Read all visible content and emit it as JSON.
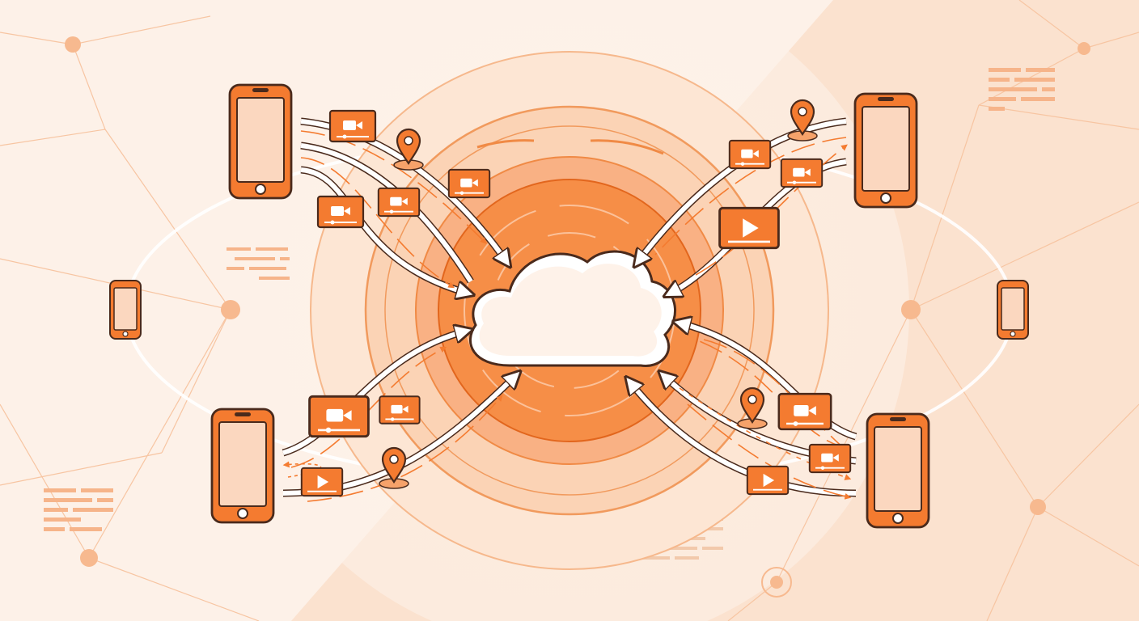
{
  "diagram": {
    "hub": {
      "icon": "cloud-icon"
    },
    "devices": [
      {
        "id": "phone-top-left",
        "icon": "smartphone-icon",
        "size": "large"
      },
      {
        "id": "phone-top-right",
        "icon": "smartphone-icon",
        "size": "large"
      },
      {
        "id": "phone-bottom-left",
        "icon": "smartphone-icon",
        "size": "large"
      },
      {
        "id": "phone-bottom-right",
        "icon": "smartphone-icon",
        "size": "large"
      },
      {
        "id": "phone-mid-left",
        "icon": "smartphone-icon",
        "size": "small"
      },
      {
        "id": "phone-mid-right",
        "icon": "smartphone-icon",
        "size": "small"
      }
    ],
    "media_icons": [
      "video-camera-icon",
      "play-button-icon",
      "location-pin-icon"
    ],
    "connections": "bidirectional",
    "colors": {
      "accent": "#f47b30",
      "accent_dark": "#e2661d",
      "outline": "#4a2a1c",
      "background": "#fdf1e8",
      "ring_light": "#f9c8a4",
      "screen": "#fbd7bf"
    }
  }
}
